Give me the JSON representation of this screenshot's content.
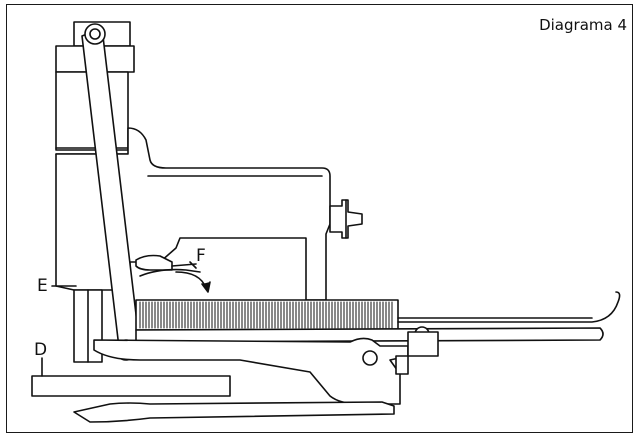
{
  "title": "Diagrama 4",
  "labels": {
    "d": "D",
    "e": "E",
    "f": "F"
  },
  "colors": {
    "line": "#111111",
    "fill": "#ffffff"
  }
}
